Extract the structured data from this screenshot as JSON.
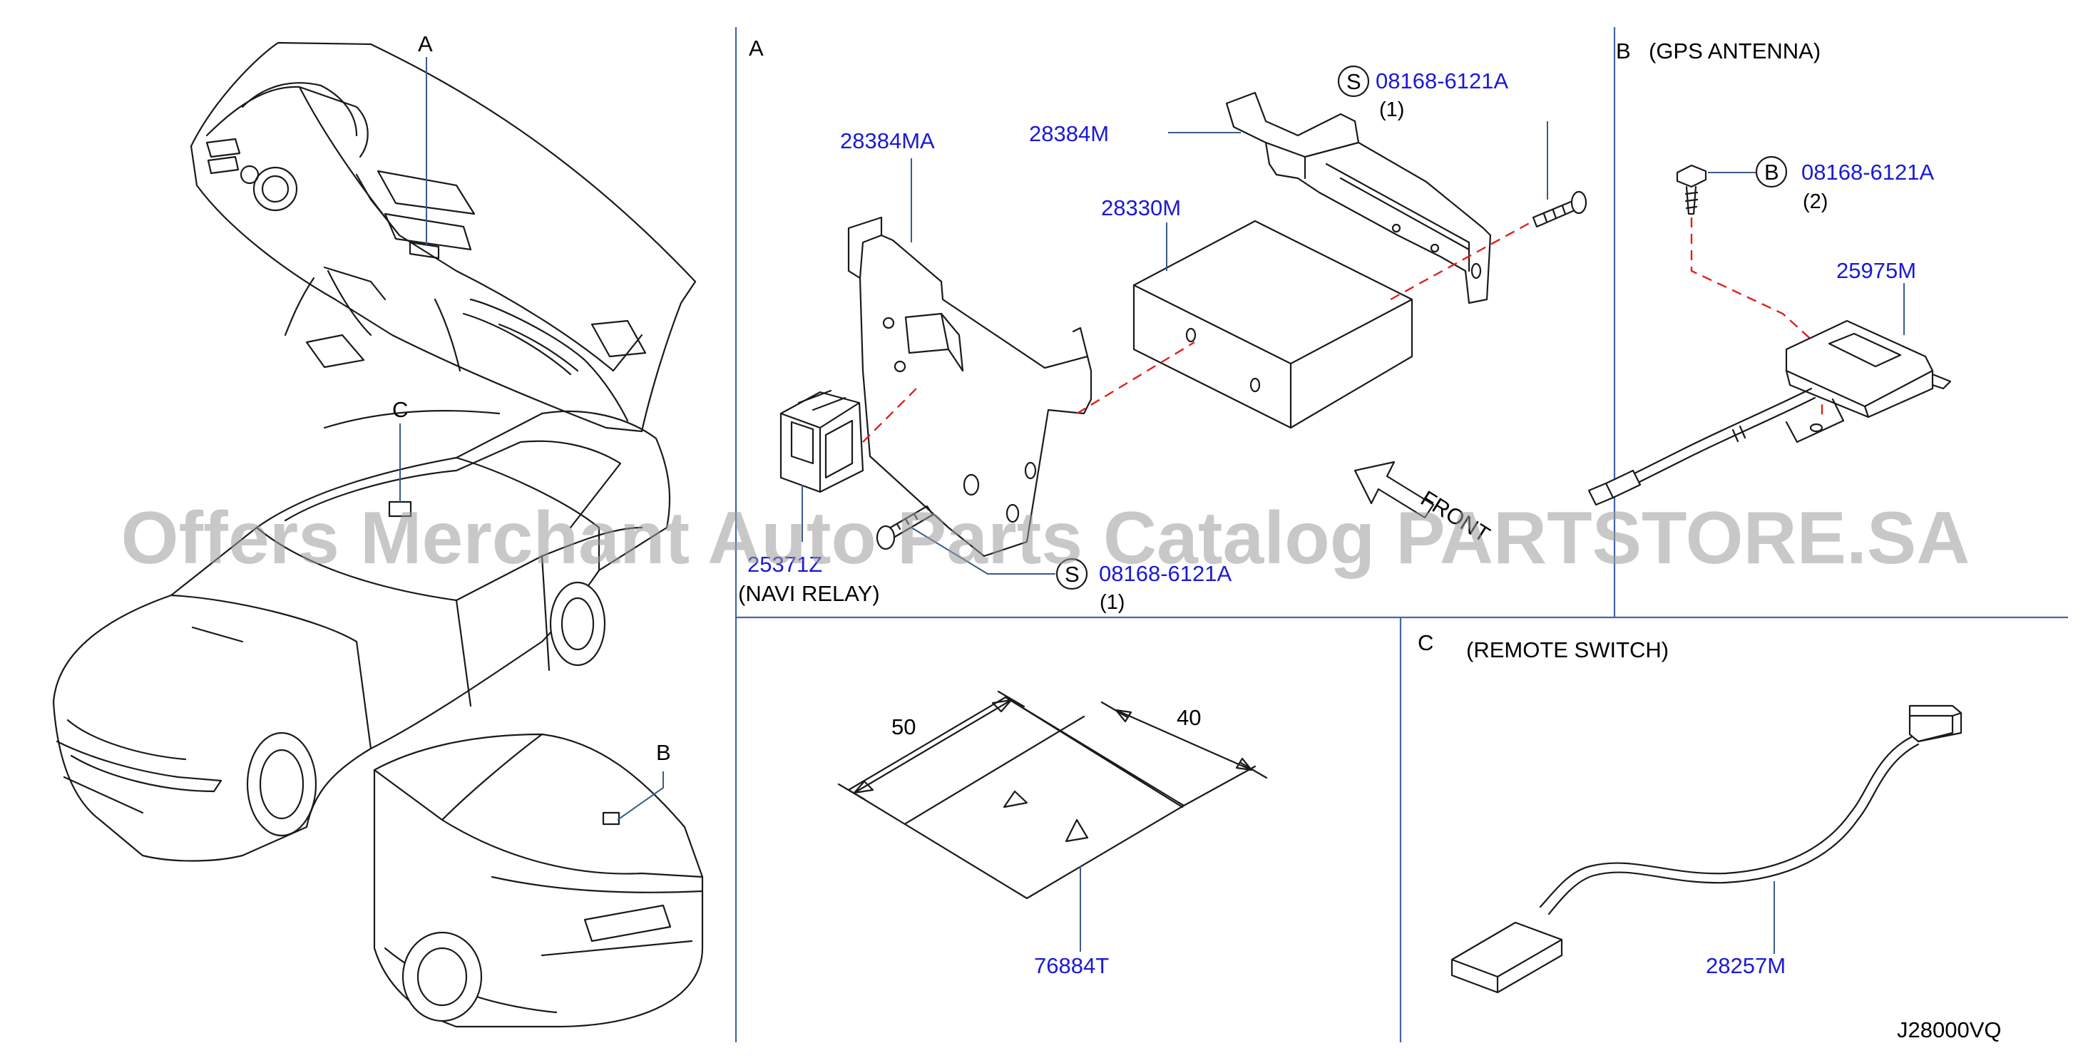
{
  "sections": {
    "a": "A",
    "b": "B",
    "b_title": "(GPS   ANTENNA)",
    "c": "C",
    "c_title": "(REMOTE   SWITCH)"
  },
  "callouts": {
    "a": "A",
    "b": "B",
    "c": "C"
  },
  "parts": {
    "p28384MA": "28384MA",
    "p28384M": "28384M",
    "p28330M": "28330M",
    "p25371Z": "25371Z",
    "navi_relay": "(NAVI   RELAY)",
    "s_upper_symbol": "S",
    "s_upper_part": "08168-6121A",
    "s_upper_qty": "(1)",
    "s_lower_symbol": "S",
    "s_lower_part": "08168-6121A",
    "s_lower_qty": "(1)",
    "b_symbol": "B",
    "b_part": "08168-6121A",
    "b_qty": "(2)",
    "p25975M": "25975M",
    "p76884T": "76884T",
    "p28257M": "28257M",
    "front": "FRONT"
  },
  "dimensions": {
    "d1": "50",
    "d2": "40"
  },
  "diagram_code": "J28000VQ",
  "watermark": "Offers Merchant Auto Parts Catalog PARTSTORE.SA",
  "colors": {
    "part_number": "#1a1ad6",
    "divider": "#4466aa",
    "dashed_axis": "#e02020",
    "watermark": "#9a9a9a"
  }
}
